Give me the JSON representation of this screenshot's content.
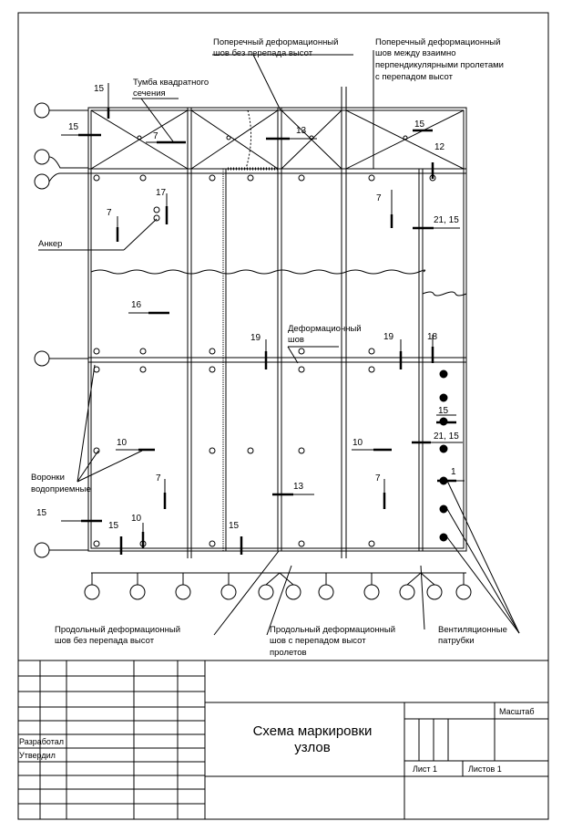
{
  "labels": {
    "transverse_no_drop": [
      "Поперечный деформационный",
      "шов без перепада высот"
    ],
    "transverse_with_drop": [
      "Поперечный деформационный",
      "шов между взаимно",
      "перпендикулярными пролетами",
      "с перепадом высот"
    ],
    "pedestal": [
      "Тумба квадратного",
      "сечения"
    ],
    "anchor": "Анкер",
    "deformation_joint": [
      "Деформационный",
      "шов"
    ],
    "funnels": [
      "Воронки",
      "водоприемные"
    ],
    "longitudinal_no_drop": [
      "Продольный деформационный",
      "шов без перепада высот"
    ],
    "longitudinal_with_drop": [
      "Продольный деформационный",
      "шов с перепадом высот",
      "пролетов"
    ],
    "vent_pipes": [
      "Вентиляционные",
      "патрубки"
    ]
  },
  "marks": {
    "m15a": "15",
    "m15b": "15",
    "m7a": "7",
    "m13a": "13",
    "m15c": "15",
    "m12": "12",
    "m17": "17",
    "m7b": "7",
    "m7c": "7",
    "m2115a": "21, 15",
    "m16": "16",
    "m19a": "19",
    "m19b": "19",
    "m18": "18",
    "m15d": "15",
    "m2115b": "21, 15",
    "m10a": "10",
    "m10b": "10",
    "m1": "1",
    "m7d": "7",
    "m13b": "13",
    "m7e": "7",
    "m15e": "15",
    "m15f": "15",
    "m10c": "10",
    "m15g": "15"
  },
  "title_block": {
    "title_line1": "Схема маркировки",
    "title_line2": "узлов",
    "scale": "Масштаб",
    "sheet": "Лист 1",
    "sheets": "Листов 1",
    "developed": "Разработал",
    "approved": "Утвердил"
  }
}
